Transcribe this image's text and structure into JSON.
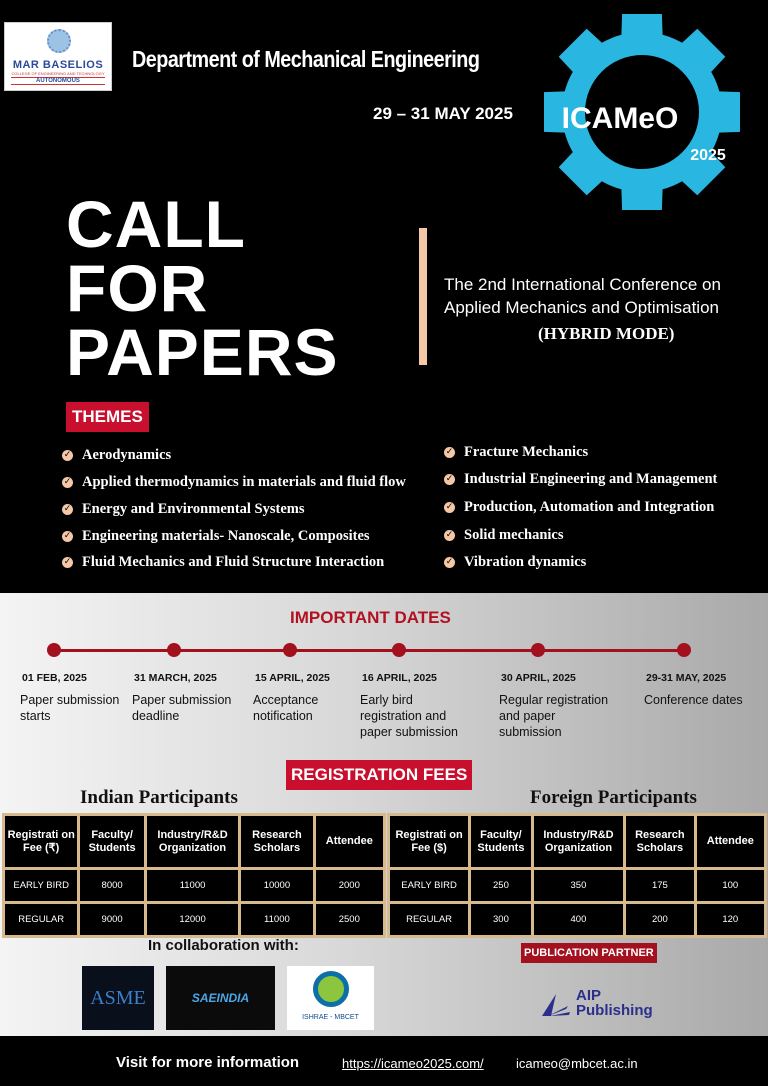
{
  "header": {
    "logo_text": "MAR BASELIOS",
    "logo_sub": "COLLEGE OF ENGINEERING AND TECHNOLOGY",
    "logo_auto": "AUTONOMOUS",
    "department": "Department of Mechanical Engineering",
    "dates": "29 – 31 MAY 2025",
    "event": "ICAMeO",
    "event_year": "2025"
  },
  "hero": {
    "title_lines": [
      "CALL",
      "FOR",
      "PAPERS"
    ],
    "conference_line1": "The 2nd International Conference on",
    "conference_line2": "Applied Mechanics and Optimisation",
    "mode": "(HYBRID MODE)"
  },
  "themes": {
    "label": "THEMES",
    "left": [
      "Aerodynamics",
      "Applied thermodynamics in materials and fluid flow",
      "Energy and Environmental Systems",
      "Engineering materials- Nanoscale, Composites",
      "Fluid Mechanics and Fluid Structure Interaction"
    ],
    "right": [
      "Fracture Mechanics",
      "Industrial Engineering and Management",
      "Production, Automation and Integration",
      "Solid mechanics",
      "Vibration dynamics"
    ]
  },
  "important_dates": {
    "title": "IMPORTANT DATES",
    "items": [
      {
        "date": "01 FEB, 2025",
        "desc": "Paper submission starts"
      },
      {
        "date": "31 MARCH, 2025",
        "desc": "Paper submission deadline"
      },
      {
        "date": "15 APRIL, 2025",
        "desc": "Acceptance notification"
      },
      {
        "date": "16 APRIL, 2025",
        "desc": "Early bird registration and paper submission"
      },
      {
        "date": "30 APRIL, 2025",
        "desc": "Regular registration and paper submission"
      },
      {
        "date": "29-31 MAY, 2025",
        "desc": "Conference dates"
      }
    ]
  },
  "fees": {
    "title": "REGISTRATION FEES",
    "indian": {
      "title": "Indian Participants",
      "headers": [
        "Registrati on Fee (₹)",
        "Faculty/ Students",
        "Industry/R&D Organization",
        "Research Scholars",
        "Attendee"
      ],
      "rows": [
        [
          "EARLY BIRD",
          "8000",
          "11000",
          "10000",
          "2000"
        ],
        [
          "REGULAR",
          "9000",
          "12000",
          "11000",
          "2500"
        ]
      ]
    },
    "foreign": {
      "title": "Foreign Participants",
      "headers": [
        "Registrati on Fee ($)",
        "Faculty/ Students",
        "Industry/R&D Organization",
        "Research Scholars",
        "Attendee"
      ],
      "rows": [
        [
          "EARLY BIRD",
          "250",
          "350",
          "175",
          "100"
        ],
        [
          "REGULAR",
          "300",
          "400",
          "200",
          "120"
        ]
      ]
    }
  },
  "partners": {
    "collab_label": "In collaboration with:",
    "collab": [
      "ASME",
      "SAEINDIA",
      "ISHRAE - MBCET"
    ],
    "publication_label": "PUBLICATION PARTNER",
    "publisher_line1": "AIP",
    "publisher_line2": "Publishing"
  },
  "footer": {
    "visit": "Visit for more information",
    "url": "https://icameo2025.com/",
    "email": "icameo@mbcet.ac.in"
  },
  "colors": {
    "accent_red": "#c8102e",
    "gear_cyan": "#29b6e0",
    "peach": "#f4c7a6",
    "table_border": "#d6b98c"
  }
}
